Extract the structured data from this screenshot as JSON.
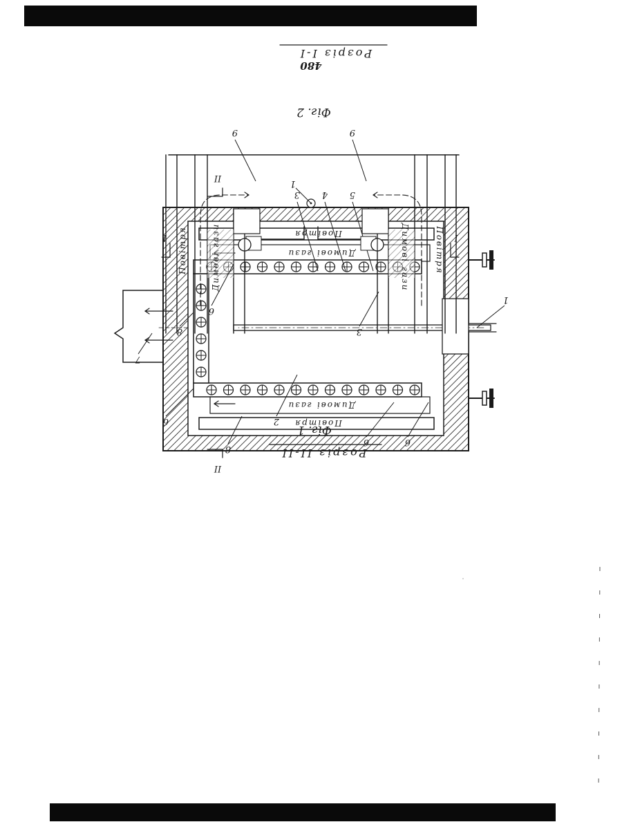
{
  "page": {
    "page_number": "480"
  },
  "fig1": {
    "caption": "Фіг. 1",
    "section_title": "Розріз І-І",
    "section_mark": "ІІ",
    "label_smoke_top": "Димові гази",
    "label_smoke_bottom": "Димові гази",
    "label_air_top": "Повітря",
    "label_air_bottom": "Повітря",
    "callouts": [
      "1",
      "2",
      "3",
      "4",
      "5",
      "6",
      "6",
      "6",
      "7",
      "8"
    ]
  },
  "fig2": {
    "caption": "Фіг. 2",
    "section_title": "Розріз ІІ-ІІ",
    "section_mark": "І",
    "label_smoke_left": "Димові гази",
    "label_smoke_right": "Димові гази",
    "label_air_left": "Повітря",
    "label_air_right": "Повітря",
    "callouts": [
      "1",
      "3",
      "6",
      "8",
      "9",
      "9"
    ]
  }
}
